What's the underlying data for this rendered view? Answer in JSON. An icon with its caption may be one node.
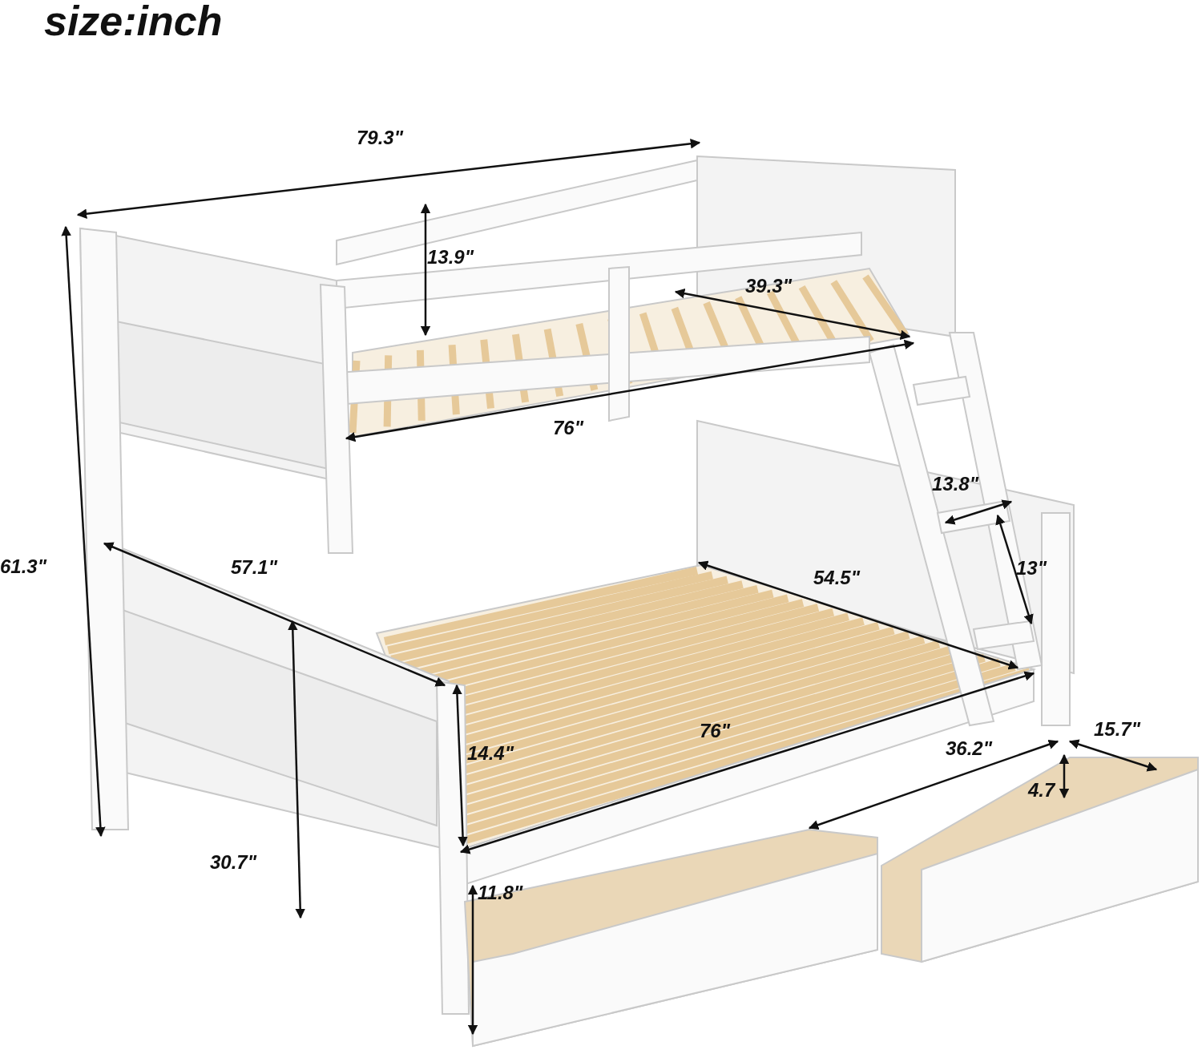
{
  "diagram": {
    "title": "size:inch",
    "labels": [
      "79.3\"",
      "13.9\"",
      "39.3\"",
      "76\"",
      "61.3\"",
      "13.8\"",
      "57.1\"",
      "13\"",
      "54.5\"",
      "76\"",
      "15.7\"",
      "36.2\"",
      "14.4\"",
      "4.7",
      "30.7\"",
      "11.8\""
    ]
  }
}
